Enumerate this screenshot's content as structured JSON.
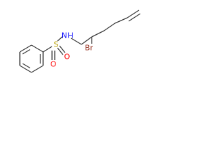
{
  "molecule": {
    "atoms": [
      {
        "symbol": "N",
        "suffix": "H",
        "color": "#0000ff"
      },
      {
        "symbol": "S",
        "color": "#b8a000"
      },
      {
        "symbol": "O",
        "color": "#ff0000"
      },
      {
        "symbol": "O",
        "color": "#ff0000"
      },
      {
        "symbol": "Br",
        "color": "#9b3a2a"
      }
    ],
    "bond_color": "#3a3a3a"
  }
}
